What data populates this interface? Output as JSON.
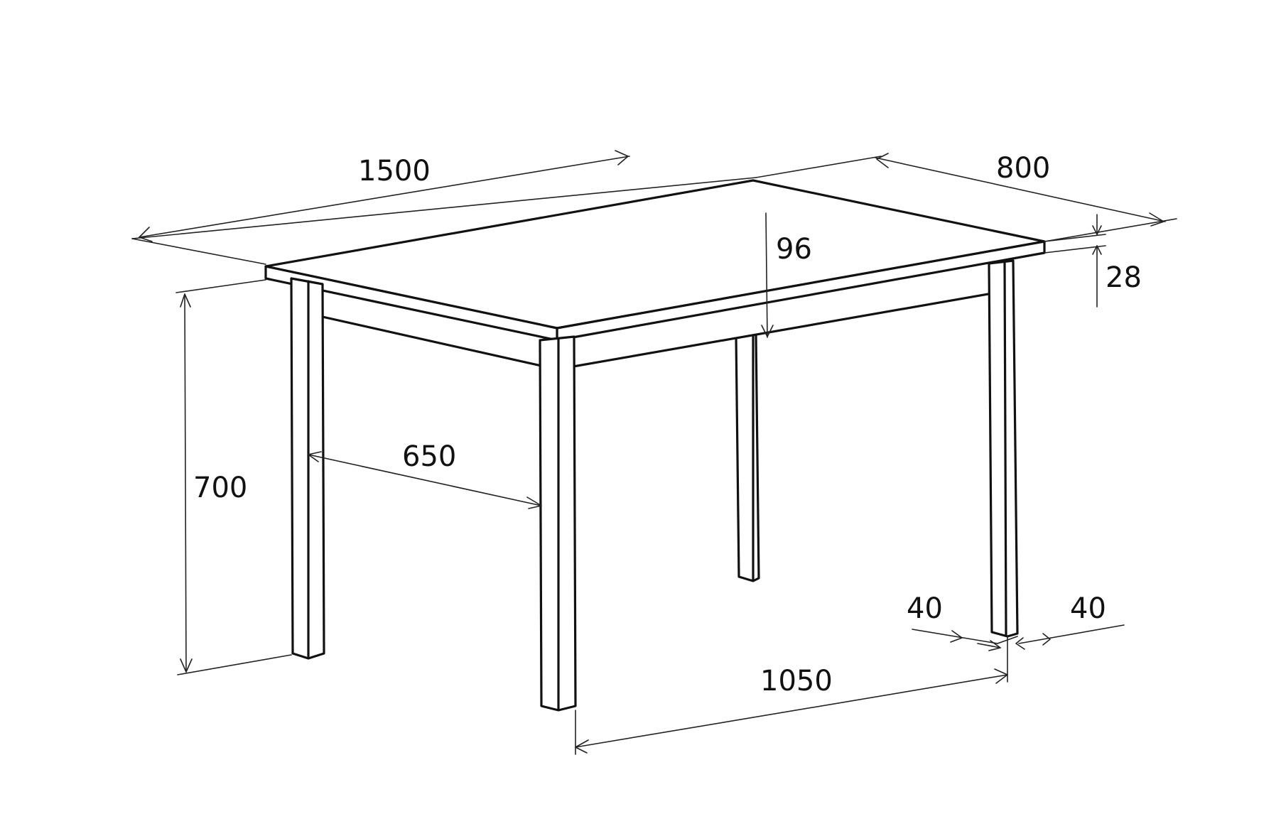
{
  "drawing": {
    "ink_color": "#111111",
    "background_color": "#ffffff"
  },
  "dimensions": {
    "length": "1500",
    "width": "800",
    "apron_height": "96",
    "top_thickness": "28",
    "height": "700",
    "leg_span_depth": "650",
    "leg_span_length": "1050",
    "leg_size_a": "40",
    "leg_size_b": "40"
  }
}
